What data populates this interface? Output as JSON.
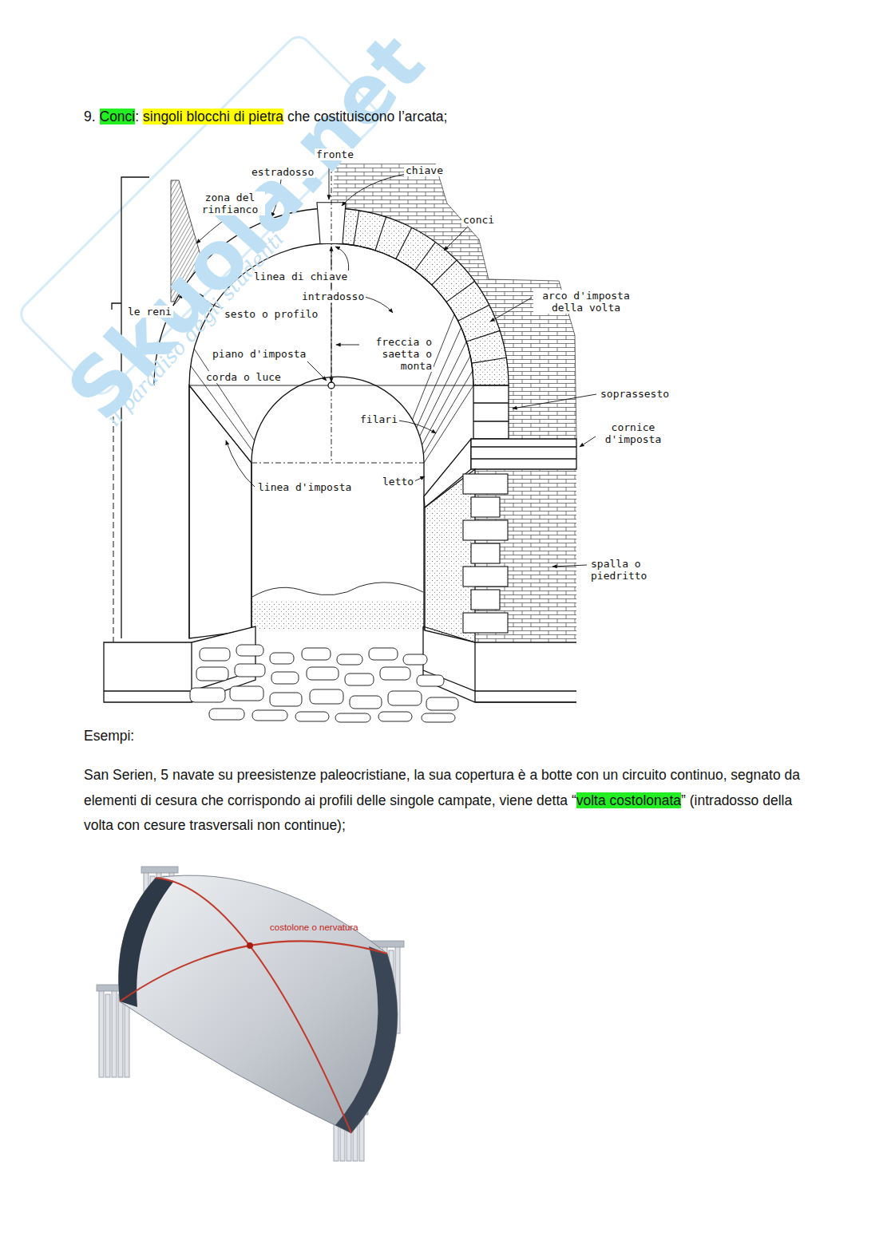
{
  "diagram": {
    "labels": [
      "9.",
      "Conci",
      ":",
      "singoli blocchi di pietra",
      "che costituiscono l’arcata;",
      "fronte",
      "estradosso",
      "chiave",
      "zona del rinfianco",
      "conci",
      "linea di chiave",
      "intradosso",
      "le reni",
      "sesto o profilo",
      "arco d'imposta della volta",
      "piano d'imposta",
      "freccia o saetta o monta",
      "corda o luce",
      "soprassesto",
      "filari",
      "cornice d'imposta",
      "linea d'imposta",
      "letto",
      "spalla o piedritto",
      "Esempi:",
      "San Serien, 5 navate su preesistenze paleocristiane, la sua copertura è a botte con un circuito continuo, segnato da elementi di cesura che corrispondo ai profili delle singole campate, viene detta “",
      "volta costolonata",
      "” (intradosso della volta con cesure trasversali non continue);",
      "costolone o nervatura",
      "Skuola.net",
      "il paradiso degli studenti"
    ]
  }
}
